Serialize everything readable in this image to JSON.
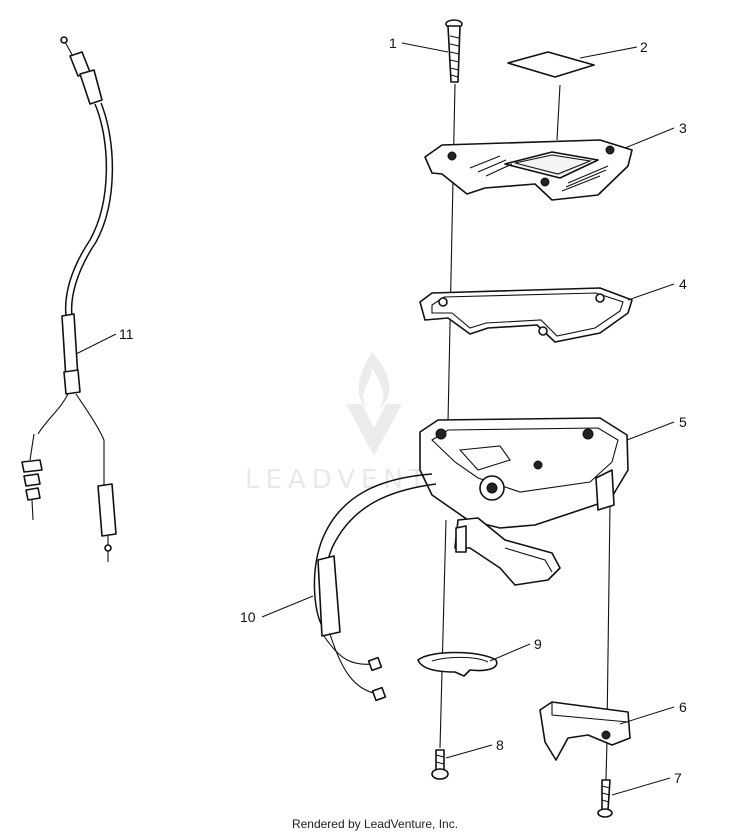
{
  "watermark": {
    "text": "LEADVENTURE"
  },
  "callouts": {
    "c1": "1",
    "c2": "2",
    "c3": "3",
    "c4": "4",
    "c5": "5",
    "c6": "6",
    "c7": "7",
    "c8": "8",
    "c9": "9",
    "c10": "10",
    "c11": "11"
  },
  "footer": {
    "text": "Rendered by LeadVenture, Inc."
  }
}
